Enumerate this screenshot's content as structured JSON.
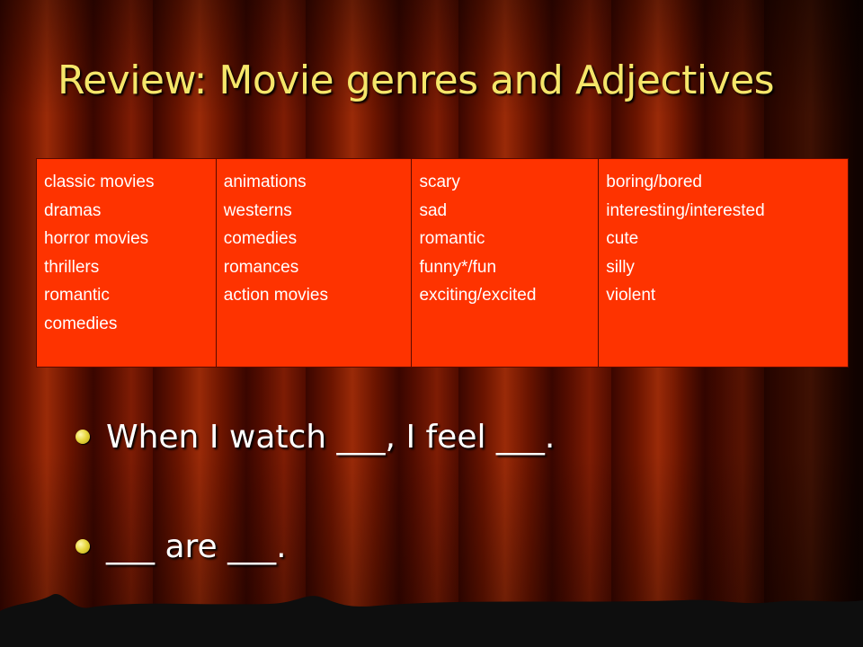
{
  "slide": {
    "title": "Review: Movie genres and Adjectives",
    "colors": {
      "title": "#f5e66a",
      "table_bg": "#fe3300",
      "table_text": "#ffffff",
      "bullet": "#e8d840"
    }
  },
  "table": {
    "columns": [
      {
        "lines": [
          "classic movies",
          "dramas",
          "horror movies",
          "thrillers",
          "romantic",
          "comedies"
        ]
      },
      {
        "lines": [
          "animations",
          "westerns",
          "comedies",
          "romances",
          "action movies"
        ]
      },
      {
        "lines": [
          "scary",
          "sad",
          "romantic",
          "funny*/fun",
          "exciting/excited"
        ]
      },
      {
        "lines": [
          "boring/bored",
          "interesting/interested",
          "cute",
          "silly",
          "violent"
        ]
      }
    ]
  },
  "bullets": [
    {
      "text": "When I watch ___, I feel ___."
    },
    {
      "text": "___ are ___."
    }
  ]
}
